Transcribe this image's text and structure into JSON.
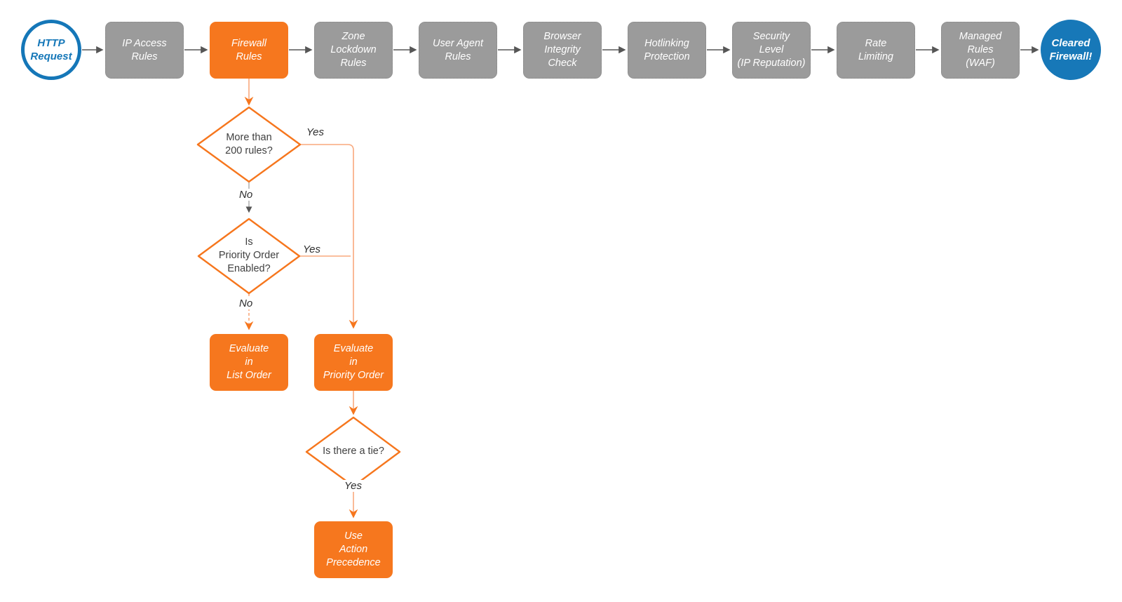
{
  "flow": {
    "start_label": "HTTP\nRequest",
    "stages": [
      {
        "id": "ip-access-rules",
        "label": "IP Access\nRules"
      },
      {
        "id": "firewall-rules",
        "label": "Firewall\nRules"
      },
      {
        "id": "zone-lockdown-rules",
        "label": "Zone\nLockdown\nRules"
      },
      {
        "id": "user-agent-rules",
        "label": "User Agent\nRules"
      },
      {
        "id": "browser-integrity-check",
        "label": "Browser\nIntegrity\nCheck"
      },
      {
        "id": "hotlinking-protection",
        "label": "Hotlinking\nProtection"
      },
      {
        "id": "security-level",
        "label": "Security\nLevel\n(IP Reputation)"
      },
      {
        "id": "rate-limiting",
        "label": "Rate\nLimiting"
      },
      {
        "id": "managed-rules-waf",
        "label": "Managed\nRules\n(WAF)"
      }
    ],
    "end_label": "Cleared\nFirewall!"
  },
  "branch": {
    "decision_rules_count": {
      "label": "More than\n200 rules?",
      "yes_label": "Yes",
      "no_label": "No"
    },
    "decision_priority_enabled": {
      "label": "Is\nPriority Order\nEnabled?",
      "yes_label": "Yes",
      "no_label": "No"
    },
    "decision_tie": {
      "label": "Is there a tie?",
      "yes_label": "Yes"
    },
    "evaluate_list_order": {
      "label": "Evaluate\nin\nList Order"
    },
    "evaluate_priority_order": {
      "label": "Evaluate\nin\nPriority Order"
    },
    "use_action_precedence": {
      "label": "Use\nAction\nPrecedence"
    }
  },
  "colors": {
    "accent_orange": "#F6771E",
    "connector_orange": "#F8A87D",
    "stage_gray": "#9B9B9B",
    "arrow_gray": "#565656",
    "brand_blue": "#1577B8"
  }
}
